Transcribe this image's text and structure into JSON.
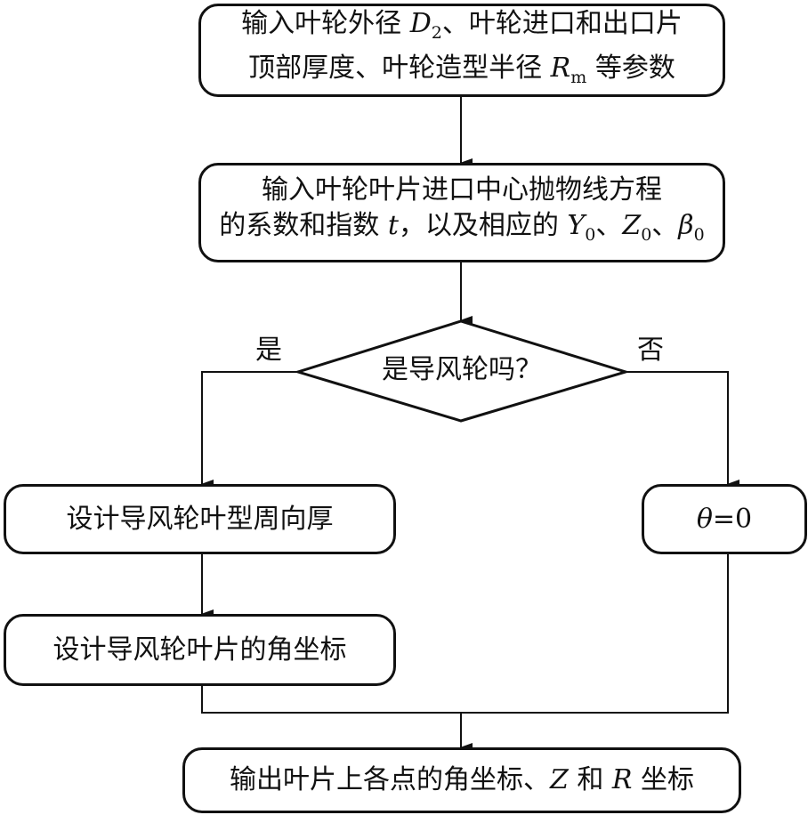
{
  "nodes": {
    "input_params": {
      "line1_a": "输入叶轮外径 ",
      "line1_var": "D",
      "line1_sub": "2",
      "line1_b": "、叶轮进口和出口片",
      "line2_a": "顶部厚度、叶轮造型半径 ",
      "line2_var": "R",
      "line2_sub": "m",
      "line2_b": " 等参数"
    },
    "input_parabola": {
      "line1": "输入叶轮叶片进口中心抛物线方程",
      "line2_a": "的系数和指数 ",
      "line2_t": "t",
      "line2_b": "，以及相应的 ",
      "y_var": "Y",
      "y_sub": "0",
      "sep1": "、",
      "z_var": "Z",
      "z_sub": "0",
      "sep2": "、",
      "b_var": "β",
      "b_sub": "0"
    },
    "decision": "是导风轮吗？",
    "yes_label": "是",
    "no_label": "否",
    "design_thickness": "设计导风轮叶型周向厚",
    "theta_var": "θ",
    "theta_rest": "=0",
    "design_angle": "设计导风轮叶片的角坐标",
    "output": {
      "text_a": "输出叶片上各点的角坐标、",
      "z_var": "Z",
      "text_b": " 和 ",
      "r_var": "R",
      "text_c": " 坐标"
    }
  }
}
